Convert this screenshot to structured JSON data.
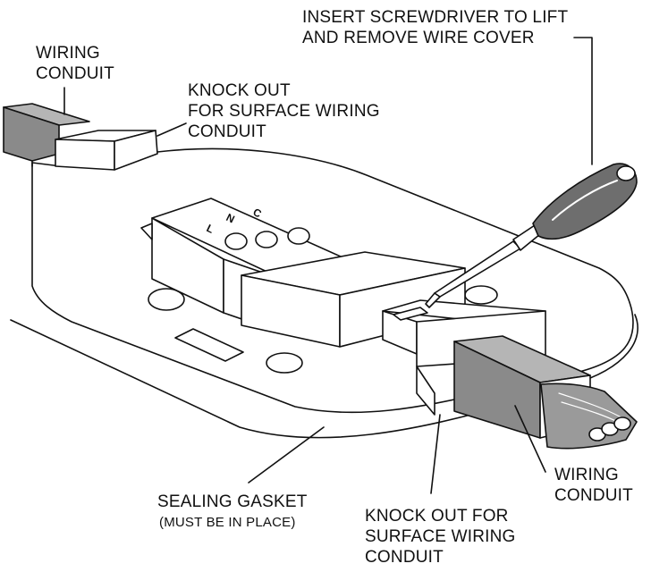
{
  "labels": {
    "wiring_conduit_top": [
      "WIRING",
      "CONDUIT"
    ],
    "knockout_top": [
      "KNOCK OUT",
      "FOR SURFACE WIRING",
      "CONDUIT"
    ],
    "screwdriver": [
      "INSERT SCREWDRIVER TO LIFT",
      "AND REMOVE WIRE COVER"
    ],
    "wiring_conduit_right": [
      "WIRING",
      "CONDUIT"
    ],
    "sealing_gasket": "SEALING GASKET",
    "sealing_gasket_note": "(MUST BE IN PLACE)",
    "knockout_bottom": [
      "KNOCK OUT FOR",
      "SURFACE WIRING",
      "CONDUIT"
    ]
  },
  "terminals": [
    "L",
    "N",
    "C"
  ],
  "colors": {
    "line": "#111111",
    "conduit_dark": "#8a8a8a",
    "conduit_mid": "#b5b5b5",
    "handle": "#6e6e6e",
    "background": "#ffffff"
  }
}
